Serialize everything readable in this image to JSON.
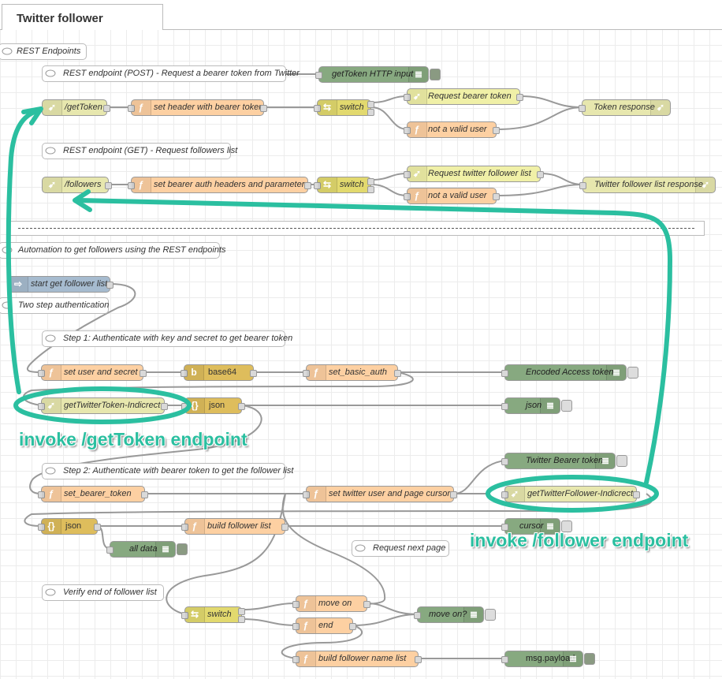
{
  "tab": {
    "title": "Twitter follower"
  },
  "comments": {
    "rest_endpoints": "REST Endpoints",
    "post_endpoint": "REST endpoint (POST) - Request a bearer token from Twitter",
    "get_endpoint": "REST endpoint (GET) - Request followers list",
    "automation": "Automation to get followers using the REST endpoints",
    "two_step": "Two step authentication",
    "step1": "Step 1: Authenticate with key and secret to get bearer token",
    "step2": "Step 2: Authenticate with bearer token to get the follower list",
    "request_next": "Request next page",
    "verify_end": "Verify end of follower list"
  },
  "nodes": {
    "get_token_http_input": "getToken HTTP input",
    "get_token": "/getToken",
    "set_header": "set header with bearer token",
    "switch1": "switch",
    "request_bearer": "Request bearer token",
    "not_valid1": "not a valid user",
    "token_response": "Token response",
    "followers": "/followers",
    "set_bearer_auth": "set bearer auth headers and parameters",
    "switch2": "switch",
    "request_follower_list": "Request twitter follower list",
    "not_valid2": "not a valid user",
    "follower_list_response": "Twitter follower list response",
    "start_get": "start get follower list",
    "set_user_secret": "set user and secret",
    "base64": "base64",
    "set_basic_auth": "set_basic_auth",
    "encoded_token": "Encoded Access token",
    "get_twitter_token": "getTwitterToken-Indicrect",
    "json1": "json",
    "json_debug": "json",
    "twitter_bearer_token": "Twitter Bearer token",
    "set_bearer_token": "set_bearer_token",
    "set_twitter_user": "set twitter user and page cursor",
    "get_twitter_follower": "getTwitterFollower-Indicrect",
    "json2": "json",
    "build_follower_list": "build follower list",
    "cursor": "cursor",
    "all_data": "all data",
    "switch3": "switch",
    "move_on": "move on",
    "end": "end",
    "move_on_dbg": "move on?",
    "build_name_list": "build follower name list",
    "msg_payload": "msg.payload"
  },
  "annotations": {
    "get_token": "invoke /getToken endpoint",
    "follower": "invoke /follower endpoint"
  },
  "colors": {
    "annotation": "#2bbfa0",
    "function": "#fdd0a2",
    "debug": "#87a980",
    "http": "#e7e7ae",
    "switch": "#e2d96e",
    "json": "#debd5c",
    "inject": "#a6bbcf"
  }
}
